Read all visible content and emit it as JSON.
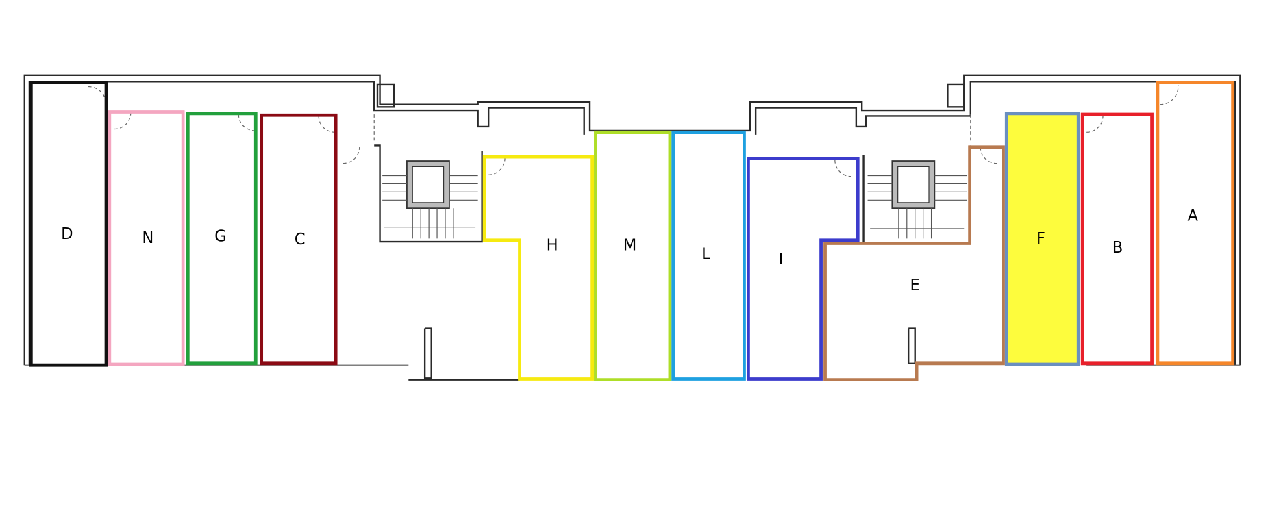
{
  "diagram": {
    "type": "floor-plan",
    "units": [
      {
        "label": "D",
        "color": "#111111",
        "fill": "none"
      },
      {
        "label": "N",
        "color": "#f4a6c0",
        "fill": "none"
      },
      {
        "label": "G",
        "color": "#22a03c",
        "fill": "none"
      },
      {
        "label": "C",
        "color": "#8b0a14",
        "fill": "none"
      },
      {
        "label": "H",
        "color": "#f6ea10",
        "fill": "none"
      },
      {
        "label": "M",
        "color": "#aede28",
        "fill": "none"
      },
      {
        "label": "L",
        "color": "#1ea0e0",
        "fill": "none"
      },
      {
        "label": "I",
        "color": "#3c3ccc",
        "fill": "none"
      },
      {
        "label": "E",
        "color": "#b87a50",
        "fill": "none"
      },
      {
        "label": "F",
        "color": "#6a8fc0",
        "fill": "#fdfc3d"
      },
      {
        "label": "B",
        "color": "#e8202a",
        "fill": "none"
      },
      {
        "label": "A",
        "color": "#f5862a",
        "fill": "none"
      }
    ]
  }
}
